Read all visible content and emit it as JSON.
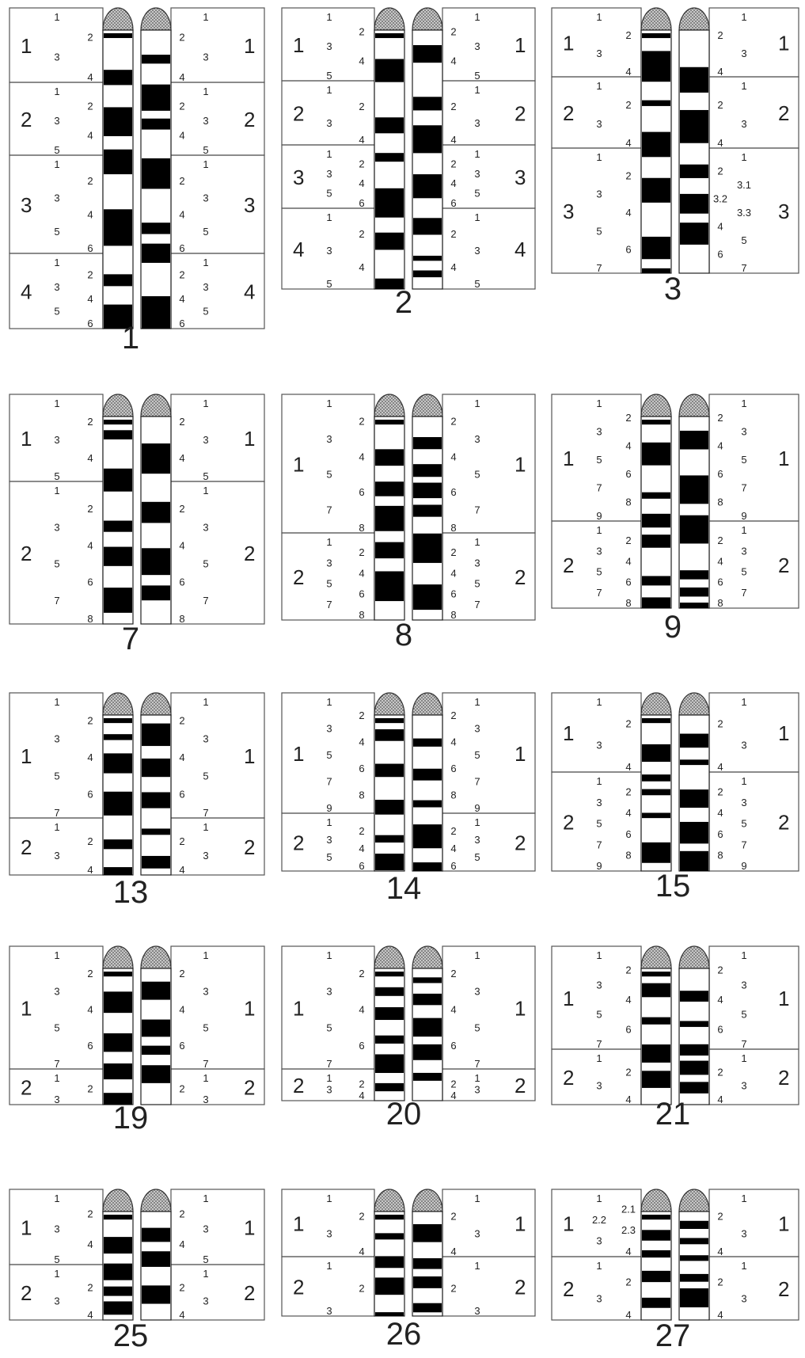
{
  "title": "",
  "colors": {
    "band": "#000000",
    "line": "#555555",
    "bg": "#ffffff",
    "centromere": "#9a9a9a"
  },
  "panels": [
    {
      "label": "1",
      "regions": [
        {
          "id": "1",
          "left": [
            "1",
            "2",
            "3",
            "4"
          ],
          "right": [
            "1",
            "2",
            "3",
            "4"
          ]
        },
        {
          "id": "2",
          "left": [
            "1",
            "2",
            "3",
            "4",
            "5"
          ],
          "right": [
            "1",
            "2",
            "3",
            "4",
            "5"
          ]
        },
        {
          "id": "3",
          "left": [
            "1",
            "2",
            "3",
            "4",
            "5",
            "6"
          ],
          "right": [
            "1",
            "2",
            "3",
            "4",
            "5",
            "6"
          ]
        },
        {
          "id": "4",
          "left": [
            "1",
            "2",
            "3",
            "4",
            "5",
            "6"
          ],
          "right": [
            "1",
            "2",
            "3",
            "4",
            "5",
            "6"
          ]
        }
      ]
    },
    {
      "label": "2",
      "regions": [
        {
          "id": "1",
          "left": [
            "1",
            "2",
            "3",
            "4",
            "5"
          ],
          "right": [
            "1",
            "2",
            "3",
            "4",
            "5"
          ]
        },
        {
          "id": "2",
          "left": [
            "1",
            "2",
            "3",
            "4"
          ],
          "right": [
            "1",
            "2",
            "3",
            "4"
          ]
        },
        {
          "id": "3",
          "left": [
            "1",
            "2",
            "3",
            "4",
            "5",
            "6"
          ],
          "right": [
            "1",
            "2",
            "3",
            "4",
            "5",
            "6"
          ]
        },
        {
          "id": "4",
          "left": [
            "1",
            "2",
            "3",
            "4",
            "5"
          ],
          "right": [
            "1",
            "2",
            "3",
            "4",
            "5"
          ]
        }
      ]
    },
    {
      "label": "3",
      "regions": [
        {
          "id": "1",
          "left": [
            "1",
            "2",
            "3",
            "4"
          ],
          "right": [
            "1",
            "2",
            "3",
            "4"
          ]
        },
        {
          "id": "2",
          "left": [
            "1",
            "2",
            "3",
            "4"
          ],
          "right": [
            "1",
            "2",
            "3",
            "4"
          ]
        },
        {
          "id": "3",
          "left": [
            "1",
            "2",
            "3",
            "4",
            "5",
            "6",
            "7"
          ],
          "right": [
            "1",
            "2",
            "3.1",
            "3.2",
            "3.3",
            "4",
            "5",
            "6",
            "7"
          ]
        }
      ]
    },
    {
      "label": "7",
      "regions": [
        {
          "id": "1",
          "left": [
            "1",
            "2",
            "3",
            "4",
            "5"
          ],
          "right": [
            "1",
            "2",
            "3",
            "4",
            "5"
          ]
        },
        {
          "id": "2",
          "left": [
            "1",
            "2",
            "3",
            "4",
            "5",
            "6",
            "7",
            "8"
          ],
          "right": [
            "1",
            "2",
            "3",
            "4",
            "5",
            "6",
            "7",
            "8"
          ]
        }
      ]
    },
    {
      "label": "8",
      "regions": [
        {
          "id": "1",
          "left": [
            "1",
            "2",
            "3",
            "4",
            "5",
            "6",
            "7",
            "8"
          ],
          "right": [
            "1",
            "2",
            "3",
            "4",
            "5",
            "6",
            "7",
            "8"
          ]
        },
        {
          "id": "2",
          "left": [
            "1",
            "2",
            "3",
            "4",
            "5",
            "6",
            "7",
            "8"
          ],
          "right": [
            "1",
            "2",
            "3",
            "4",
            "5",
            "6",
            "7",
            "8"
          ]
        }
      ]
    },
    {
      "label": "9",
      "regions": [
        {
          "id": "1",
          "left": [
            "1",
            "2",
            "3",
            "4",
            "5",
            "6",
            "7",
            "8",
            "9"
          ],
          "right": [
            "1",
            "2",
            "3",
            "4",
            "5",
            "6",
            "7",
            "8",
            "9"
          ]
        },
        {
          "id": "2",
          "left": [
            "1",
            "2",
            "3",
            "4",
            "5",
            "6",
            "7",
            "8"
          ],
          "right": [
            "1",
            "2",
            "3",
            "4",
            "5",
            "6",
            "7",
            "8"
          ]
        }
      ]
    },
    {
      "label": "13",
      "regions": [
        {
          "id": "1",
          "left": [
            "1",
            "2",
            "3",
            "4",
            "5",
            "6",
            "7"
          ],
          "right": [
            "1",
            "2",
            "3",
            "4",
            "5",
            "6",
            "7"
          ]
        },
        {
          "id": "2",
          "left": [
            "1",
            "2",
            "3",
            "4"
          ],
          "right": [
            "1",
            "2",
            "3",
            "4"
          ]
        }
      ]
    },
    {
      "label": "14",
      "regions": [
        {
          "id": "1",
          "left": [
            "1",
            "2",
            "3",
            "4",
            "5",
            "6",
            "7",
            "8",
            "9"
          ],
          "right": [
            "1",
            "2",
            "3",
            "4",
            "5",
            "6",
            "7",
            "8",
            "9"
          ]
        },
        {
          "id": "2",
          "left": [
            "1",
            "2",
            "3",
            "4",
            "5",
            "6"
          ],
          "right": [
            "1",
            "2",
            "3",
            "4",
            "5",
            "6"
          ]
        }
      ]
    },
    {
      "label": "15",
      "regions": [
        {
          "id": "1",
          "left": [
            "1",
            "2",
            "3",
            "4"
          ],
          "right": [
            "1",
            "2",
            "3",
            "4"
          ]
        },
        {
          "id": "2",
          "left": [
            "1",
            "2",
            "3",
            "4",
            "5",
            "6",
            "7",
            "8",
            "9"
          ],
          "right": [
            "1",
            "2",
            "3",
            "4",
            "5",
            "6",
            "7",
            "8",
            "9"
          ]
        }
      ]
    },
    {
      "label": "19",
      "regions": [
        {
          "id": "1",
          "left": [
            "1",
            "2",
            "3",
            "4",
            "5",
            "6",
            "7"
          ],
          "right": [
            "1",
            "2",
            "3",
            "4",
            "5",
            "6",
            "7"
          ]
        },
        {
          "id": "2",
          "left": [
            "1",
            "2",
            "3"
          ],
          "right": [
            "1",
            "2",
            "3"
          ]
        }
      ]
    },
    {
      "label": "20",
      "regions": [
        {
          "id": "1",
          "left": [
            "1",
            "2",
            "3",
            "4",
            "5",
            "6",
            "7"
          ],
          "right": [
            "1",
            "2",
            "3",
            "4",
            "5",
            "6",
            "7"
          ]
        },
        {
          "id": "2",
          "left": [
            "1",
            "2",
            "3",
            "4"
          ],
          "right": [
            "1",
            "2",
            "3",
            "4"
          ]
        }
      ]
    },
    {
      "label": "21",
      "regions": [
        {
          "id": "1",
          "left": [
            "1",
            "2",
            "3",
            "4",
            "5",
            "6",
            "7"
          ],
          "right": [
            "1",
            "2",
            "3",
            "4",
            "5",
            "6",
            "7"
          ]
        },
        {
          "id": "2",
          "left": [
            "1",
            "2",
            "3",
            "4"
          ],
          "right": [
            "1",
            "2",
            "3",
            "4"
          ]
        }
      ]
    },
    {
      "label": "25",
      "regions": [
        {
          "id": "1",
          "left": [
            "1",
            "2",
            "3",
            "4",
            "5"
          ],
          "right": [
            "1",
            "2",
            "3",
            "4",
            "5"
          ]
        },
        {
          "id": "2",
          "left": [
            "1",
            "2",
            "3",
            "4"
          ],
          "right": [
            "1",
            "2",
            "3",
            "4"
          ]
        }
      ]
    },
    {
      "label": "26",
      "regions": [
        {
          "id": "1",
          "left": [
            "1",
            "2",
            "3",
            "4"
          ],
          "right": [
            "1",
            "2",
            "3",
            "4"
          ]
        },
        {
          "id": "2",
          "left": [
            "1",
            "2",
            "3"
          ],
          "right": [
            "1",
            "2",
            "3"
          ]
        }
      ]
    },
    {
      "label": "27",
      "regions": [
        {
          "id": "1",
          "left": [
            "1",
            "2.1",
            "2.2",
            "2.3",
            "3",
            "4"
          ],
          "right": [
            "1",
            "2",
            "3",
            "4"
          ]
        },
        {
          "id": "2",
          "left": [
            "1",
            "2",
            "3",
            "4"
          ],
          "right": [
            "1",
            "2",
            "3",
            "4"
          ]
        }
      ]
    }
  ]
}
